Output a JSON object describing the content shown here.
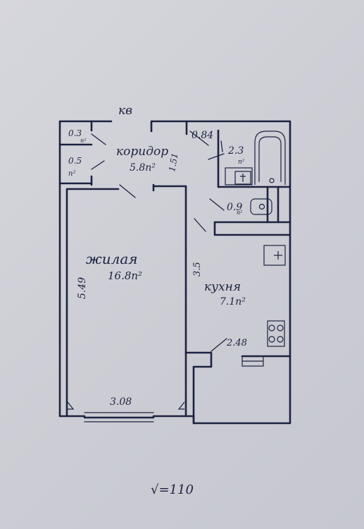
{
  "plan": {
    "entrance": "кв",
    "scale": "√=110",
    "rooms": {
      "closet1": {
        "area": "0.3",
        "unit": "п²"
      },
      "closet2": {
        "area": "0.5",
        "unit": "п²"
      },
      "corridor": {
        "name": "коридор",
        "area": "5.8п²"
      },
      "bath": {
        "area": "2.3",
        "unit": "п²"
      },
      "toilet": {
        "area": "0.9",
        "unit": "п²"
      },
      "living": {
        "name": "жилая",
        "area": "16.8п²"
      },
      "kitchen": {
        "name": "кухня",
        "area": "7.1п²"
      }
    },
    "dimensions": {
      "living_height": "5.49",
      "living_width": "3.08",
      "kitchen_height": "3.5",
      "kitchen_width": "2.48",
      "corridor_gap": "1.51",
      "bath_width": "0.84"
    }
  }
}
